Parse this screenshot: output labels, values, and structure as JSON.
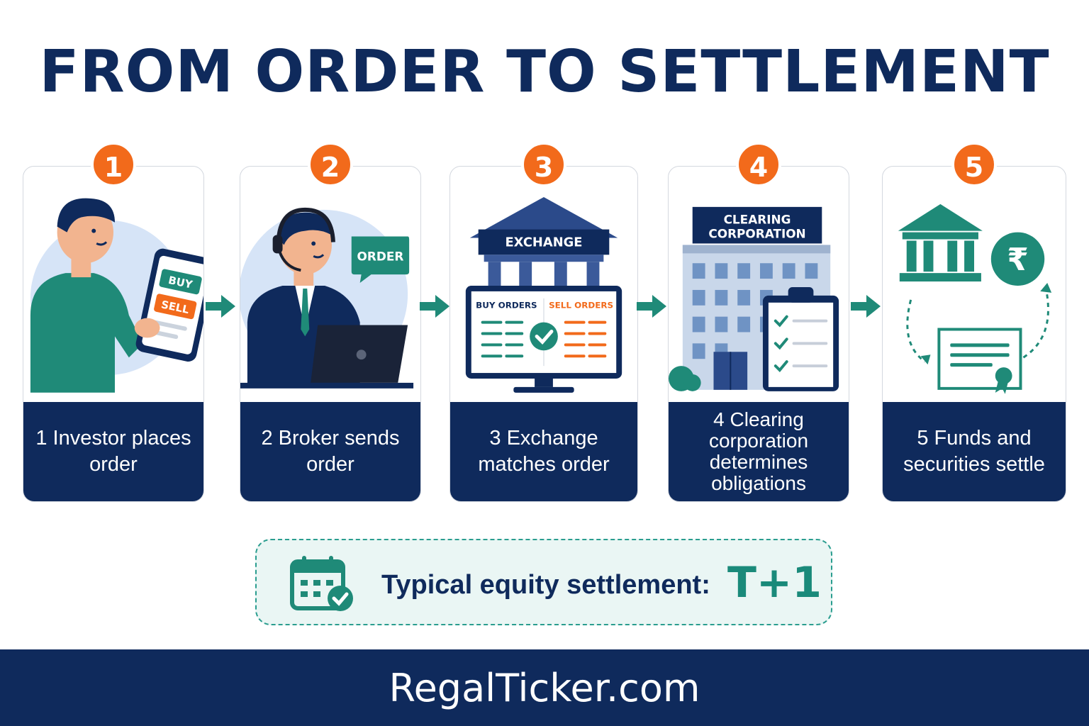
{
  "title": "FROM ORDER TO SETTLEMENT",
  "steps": [
    {
      "number": "1",
      "caption": "1 Investor places order",
      "labels": {
        "buy": "BUY",
        "sell": "SELL"
      }
    },
    {
      "number": "2",
      "caption": "2 Broker sends order",
      "labels": {
        "bubble": "ORDER"
      }
    },
    {
      "number": "3",
      "caption": "3 Exchange matches order",
      "labels": {
        "building": "EXCHANGE",
        "buy_orders": "BUY ORDERS",
        "sell_orders": "SELL ORDERS"
      }
    },
    {
      "number": "4",
      "caption": "4 Clearing corporation determines obligations",
      "labels": {
        "sign_line1": "CLEARING",
        "sign_line2": "CORPORATION"
      }
    },
    {
      "number": "5",
      "caption": "5 Funds and securities settle",
      "labels": {
        "currency": "₹"
      }
    }
  ],
  "note": {
    "label": "Typical equity settlement:",
    "value": "T+1",
    "icon": "calendar-check-icon"
  },
  "footer": {
    "brand": "RegalTicker.com"
  },
  "colors": {
    "navy": "#0f2a5c",
    "orange": "#f26a1b",
    "teal": "#1a8a7a",
    "light_blue": "#d6e4f7"
  }
}
